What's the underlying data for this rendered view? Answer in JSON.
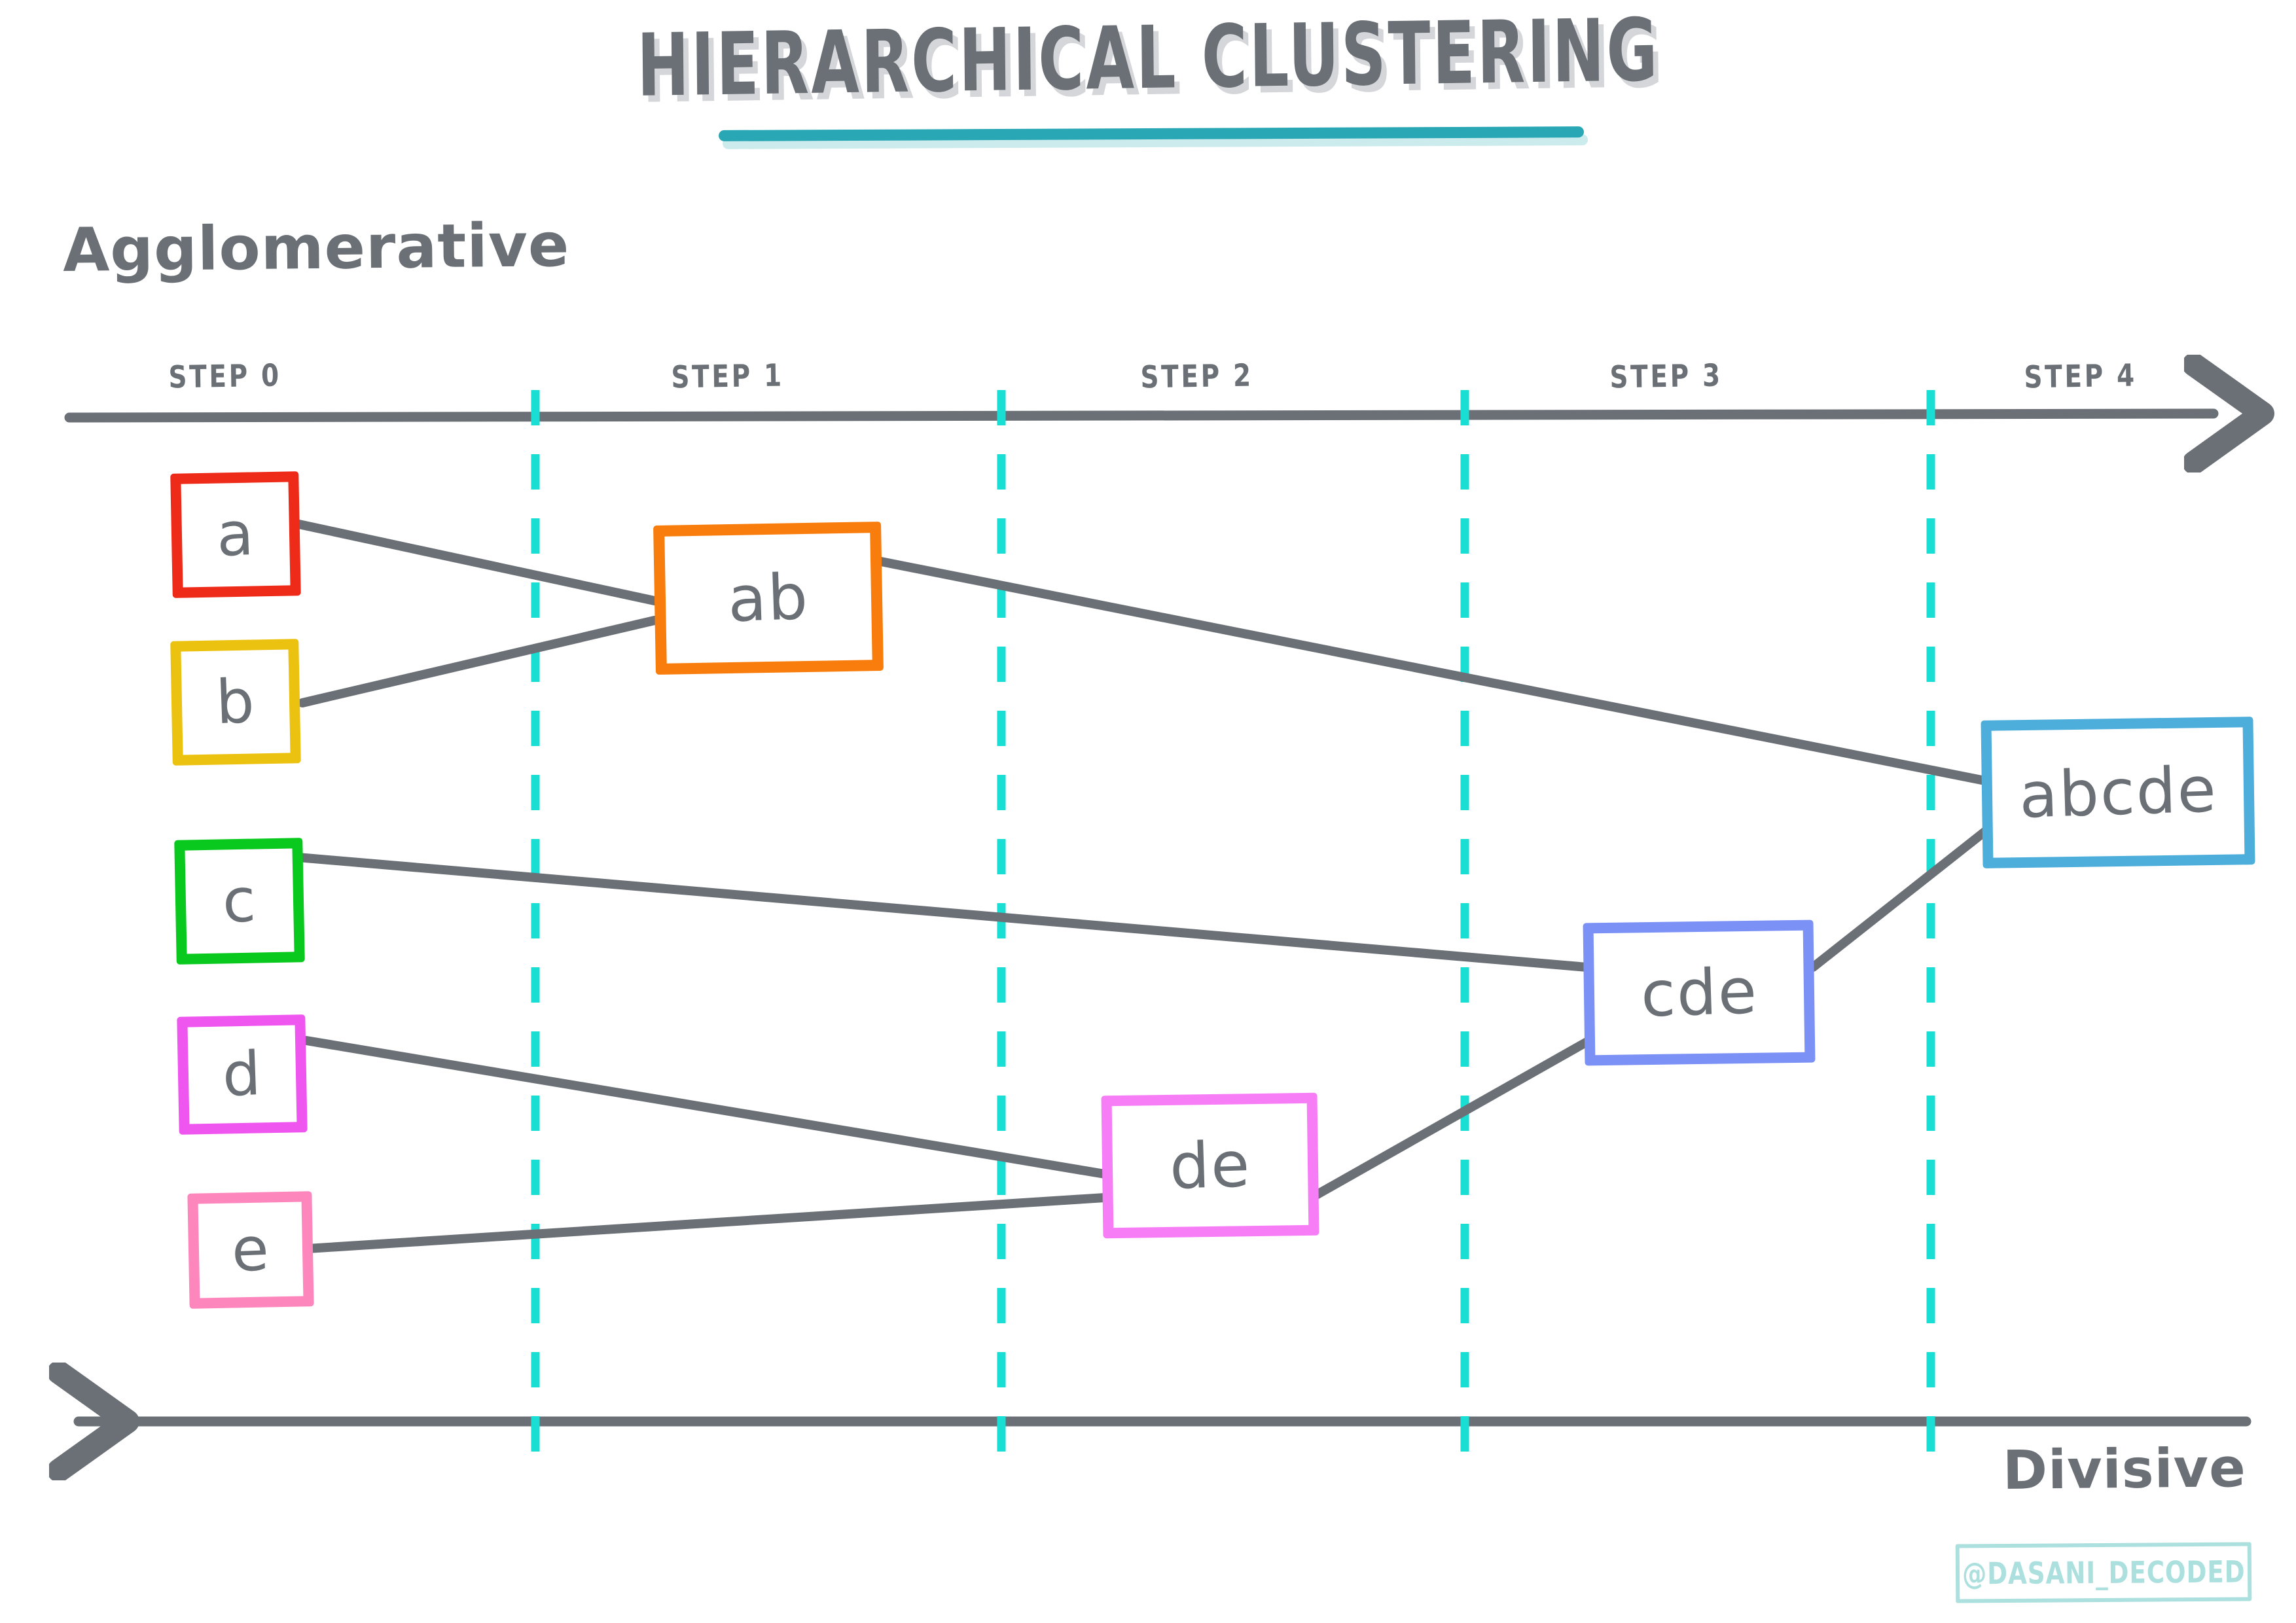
{
  "title": "HIERARCHICAL CLUSTERING",
  "direction_labels": {
    "top": "Agglomerative",
    "bottom": "Divisive"
  },
  "watermark": "@DASANI_DECODED",
  "colors": {
    "ink": "#6b7076",
    "divider": "#18ded4",
    "underline": "#29a7b5",
    "watermark": "#ace0de",
    "a": "#ee2a18",
    "b": "#ecc210",
    "c": "#0ac91e",
    "d": "#ef55ef",
    "e": "#fd87bd",
    "ab": "#f97d0c",
    "de": "#f77df7",
    "cde": "#7b91f5",
    "abcde": "#4eaedb"
  },
  "steps": [
    {
      "id": "step-0",
      "label": "STEP 0"
    },
    {
      "id": "step-1",
      "label": "STEP 1"
    },
    {
      "id": "step-2",
      "label": "STEP 2"
    },
    {
      "id": "step-3",
      "label": "STEP 3"
    },
    {
      "id": "step-4",
      "label": "STEP 4"
    }
  ],
  "clusters": [
    {
      "id": "a",
      "label": "a",
      "step": 0
    },
    {
      "id": "b",
      "label": "b",
      "step": 0
    },
    {
      "id": "c",
      "label": "c",
      "step": 0
    },
    {
      "id": "d",
      "label": "d",
      "step": 0
    },
    {
      "id": "e",
      "label": "e",
      "step": 0
    },
    {
      "id": "ab",
      "label": "ab",
      "step": 1
    },
    {
      "id": "de",
      "label": "de",
      "step": 2
    },
    {
      "id": "cde",
      "label": "cde",
      "step": 3
    },
    {
      "id": "abcde",
      "label": "abcde",
      "step": 4
    }
  ],
  "merges": [
    {
      "from": "a",
      "to": "ab"
    },
    {
      "from": "b",
      "to": "ab"
    },
    {
      "from": "d",
      "to": "de"
    },
    {
      "from": "e",
      "to": "de"
    },
    {
      "from": "c",
      "to": "cde"
    },
    {
      "from": "de",
      "to": "cde"
    },
    {
      "from": "ab",
      "to": "abcde"
    },
    {
      "from": "cde",
      "to": "abcde"
    }
  ],
  "chart_data": {
    "type": "diagram",
    "title": "HIERARCHICAL CLUSTERING",
    "subtype": "dendrogram-step-chart",
    "xlabel": "steps",
    "categories": [
      "STEP 0",
      "STEP 1",
      "STEP 2",
      "STEP 3",
      "STEP 4"
    ],
    "leaves": [
      "a",
      "b",
      "c",
      "d",
      "e"
    ],
    "merge_sequence": [
      {
        "step": 1,
        "merged": [
          "a",
          "b"
        ],
        "result": "ab"
      },
      {
        "step": 2,
        "merged": [
          "d",
          "e"
        ],
        "result": "de"
      },
      {
        "step": 3,
        "merged": [
          "c",
          "de"
        ],
        "result": "cde"
      },
      {
        "step": 4,
        "merged": [
          "ab",
          "cde"
        ],
        "result": "abcde"
      }
    ],
    "directions": {
      "left_to_right": "Agglomerative",
      "right_to_left": "Divisive"
    },
    "grid": true,
    "legend": "none"
  }
}
